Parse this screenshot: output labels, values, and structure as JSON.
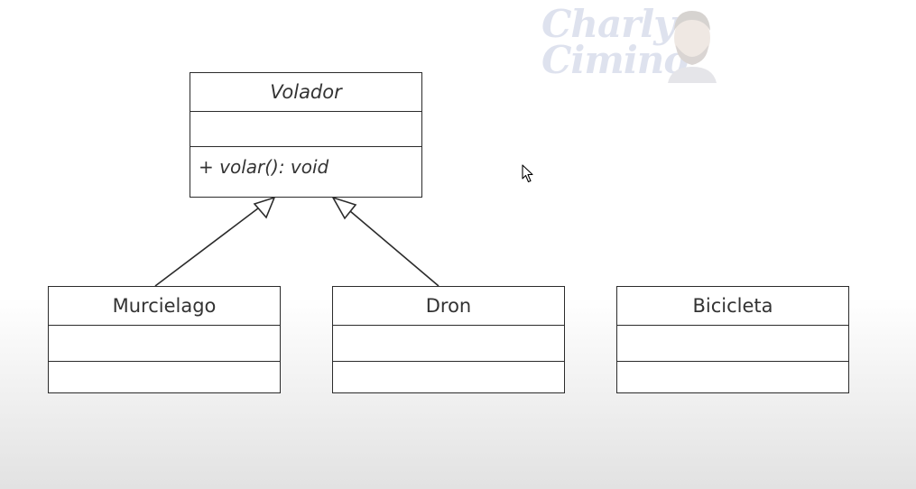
{
  "watermark": {
    "line1": "Charly",
    "line2": "Cimino"
  },
  "classes": {
    "volador": {
      "name": "Volador",
      "stereotype": "abstract",
      "attributes": [],
      "methods": [
        "+ volar(): void"
      ]
    },
    "murcielago": {
      "name": "Murcielago",
      "attributes": [],
      "methods": []
    },
    "dron": {
      "name": "Dron",
      "attributes": [],
      "methods": []
    },
    "bicicleta": {
      "name": "Bicicleta",
      "attributes": [],
      "methods": []
    }
  },
  "relations": [
    {
      "type": "generalization",
      "from": "murcielago",
      "to": "volador"
    },
    {
      "type": "generalization",
      "from": "dron",
      "to": "volador"
    }
  ],
  "colors": {
    "line": "#2b2b2b",
    "text": "#333333",
    "watermark": "#6f7fb5"
  }
}
